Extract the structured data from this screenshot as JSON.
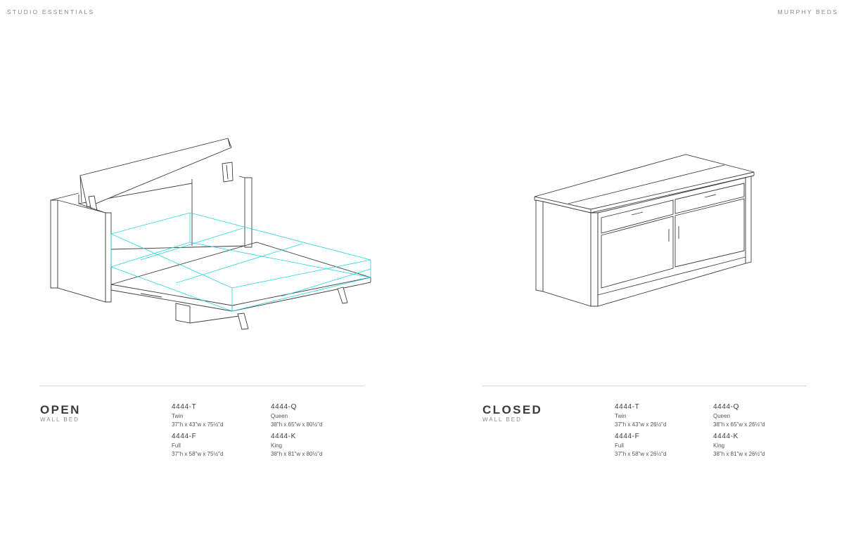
{
  "header": {
    "left": "STUDIO ESSENTIALS",
    "right": "MURPHY BEDS"
  },
  "open": {
    "title": "OPEN",
    "subtitle": "WALL BED",
    "specs": [
      {
        "sku": "4444-T",
        "name": "Twin",
        "dims": "37\"h x 43\"w x 75½\"d"
      },
      {
        "sku": "4444-Q",
        "name": "Queen",
        "dims": "38\"h x 65\"w x 80½\"d"
      },
      {
        "sku": "4444-F",
        "name": "Full",
        "dims": "37\"h x 58\"w x 75½\"d"
      },
      {
        "sku": "4444-K",
        "name": "King",
        "dims": "38\"h x 81\"w x 80½\"d"
      }
    ]
  },
  "closed": {
    "title": "CLOSED",
    "subtitle": "WALL BED",
    "specs": [
      {
        "sku": "4444-T",
        "name": "Twin",
        "dims": "37\"h x 43\"w x 26½\"d"
      },
      {
        "sku": "4444-Q",
        "name": "Queen",
        "dims": "38\"h x 65\"w x 26½\"d"
      },
      {
        "sku": "4444-F",
        "name": "Full",
        "dims": "37\"h x 58\"w x 26½\"d"
      },
      {
        "sku": "4444-K",
        "name": "King",
        "dims": "38\"h x 81\"w x 26½\"d"
      }
    ]
  },
  "colors": {
    "line": "#3d3d3d",
    "mattress_outline": "#27d3df",
    "rule": "#cfd6d6"
  }
}
